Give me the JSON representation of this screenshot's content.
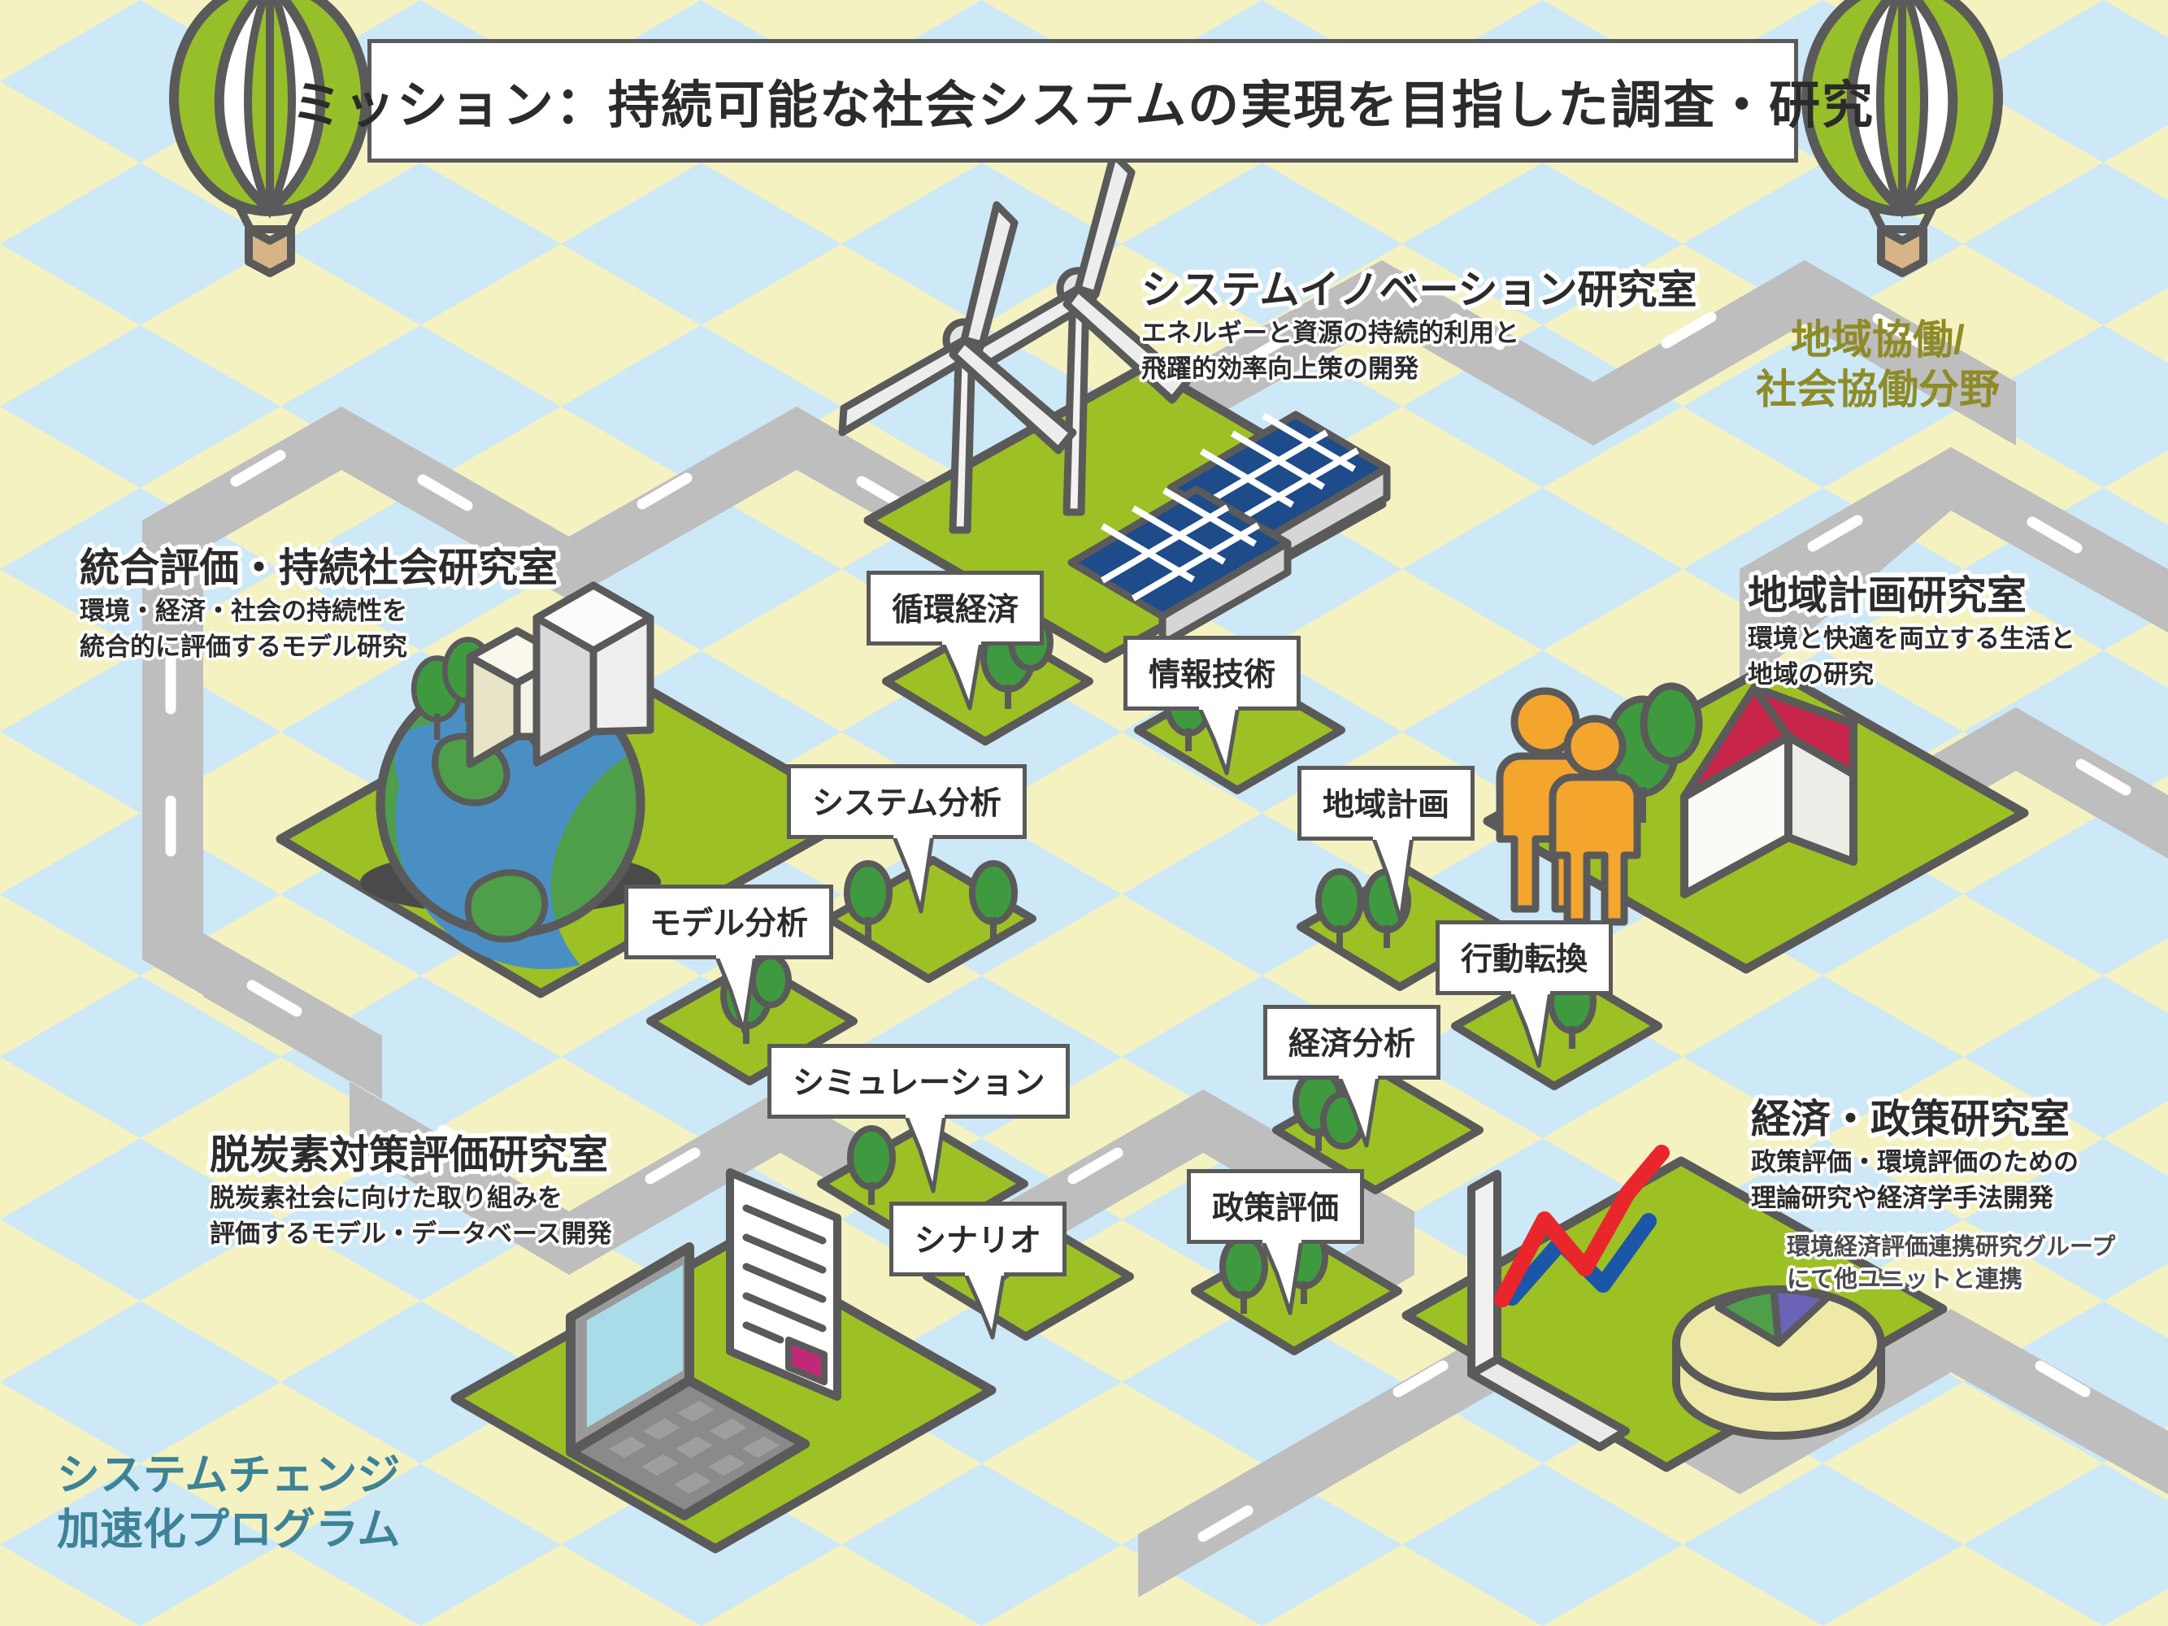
{
  "title": {
    "text": "ミッション：持続可能な社会システムの実現を目指した調査・研究"
  },
  "sector_label": {
    "line1": "地域協働/",
    "line2": "社会協働分野",
    "color": "#8E8B28"
  },
  "program_label": {
    "line1": "システムチェンジ",
    "line2": "加速化プログラム",
    "color": "#3D8296"
  },
  "labs": [
    {
      "id": "integrated-assessment",
      "name": "統合評価・持続社会研究室",
      "desc_line1": "環境・経済・社会の持続性を",
      "desc_line2": "統合的に評価するモデル研究"
    },
    {
      "id": "system-innovation",
      "name": "システムイノベーション研究室",
      "desc_line1": "エネルギーと資源の持続的利用と",
      "desc_line2": "飛躍的効率向上策の開発"
    },
    {
      "id": "regional-planning",
      "name": "地域計画研究室",
      "desc_line1": "環境と快適を両立する生活と",
      "desc_line2": "地域の研究"
    },
    {
      "id": "decarbonization-assessment",
      "name": "脱炭素対策評価研究室",
      "desc_line1": "脱炭素社会に向けた取り組みを",
      "desc_line2": "評価するモデル・データベース開発"
    },
    {
      "id": "economics-policy",
      "name": "経済・政策研究室",
      "desc_line1": "政策評価・環境評価のための",
      "desc_line2": "理論研究や経済学手法開発",
      "note_line1": "環境経済評価連携研究グループ",
      "note_line2": "にて他ユニットと連携"
    }
  ],
  "keywords": [
    {
      "id": "circular-economy",
      "label": "循環経済"
    },
    {
      "id": "information-tech",
      "label": "情報技術"
    },
    {
      "id": "system-analysis",
      "label": "システム分析"
    },
    {
      "id": "regional-planning",
      "label": "地域計画"
    },
    {
      "id": "model-analysis",
      "label": "モデル分析"
    },
    {
      "id": "behavior-change",
      "label": "行動転換"
    },
    {
      "id": "simulation",
      "label": "シミュレーション"
    },
    {
      "id": "economic-analysis",
      "label": "経済分析"
    },
    {
      "id": "scenario",
      "label": "シナリオ"
    },
    {
      "id": "policy-evaluation",
      "label": "政策評価"
    }
  ],
  "palette": {
    "bg_blue": "#CDE8F7",
    "bg_yellow": "#F5F2C2",
    "grass": "#9DC024",
    "road": "#BEBEBE",
    "outline": "#5A5A5A",
    "balloon_green": "#97BF2A",
    "globe_blue": "#4A8FC4",
    "globe_green": "#4E9E4A",
    "solar_blue": "#1E4C8A",
    "person_orange": "#F4A52E",
    "roof_red": "#C8254B",
    "chart_red": "#E8262B",
    "chart_blue": "#1B56A8",
    "pie_yellow": "#EFE9A8",
    "pie_green": "#4E9E4A",
    "pie_purple": "#6B63B5",
    "doc_accent": "#C22878"
  }
}
